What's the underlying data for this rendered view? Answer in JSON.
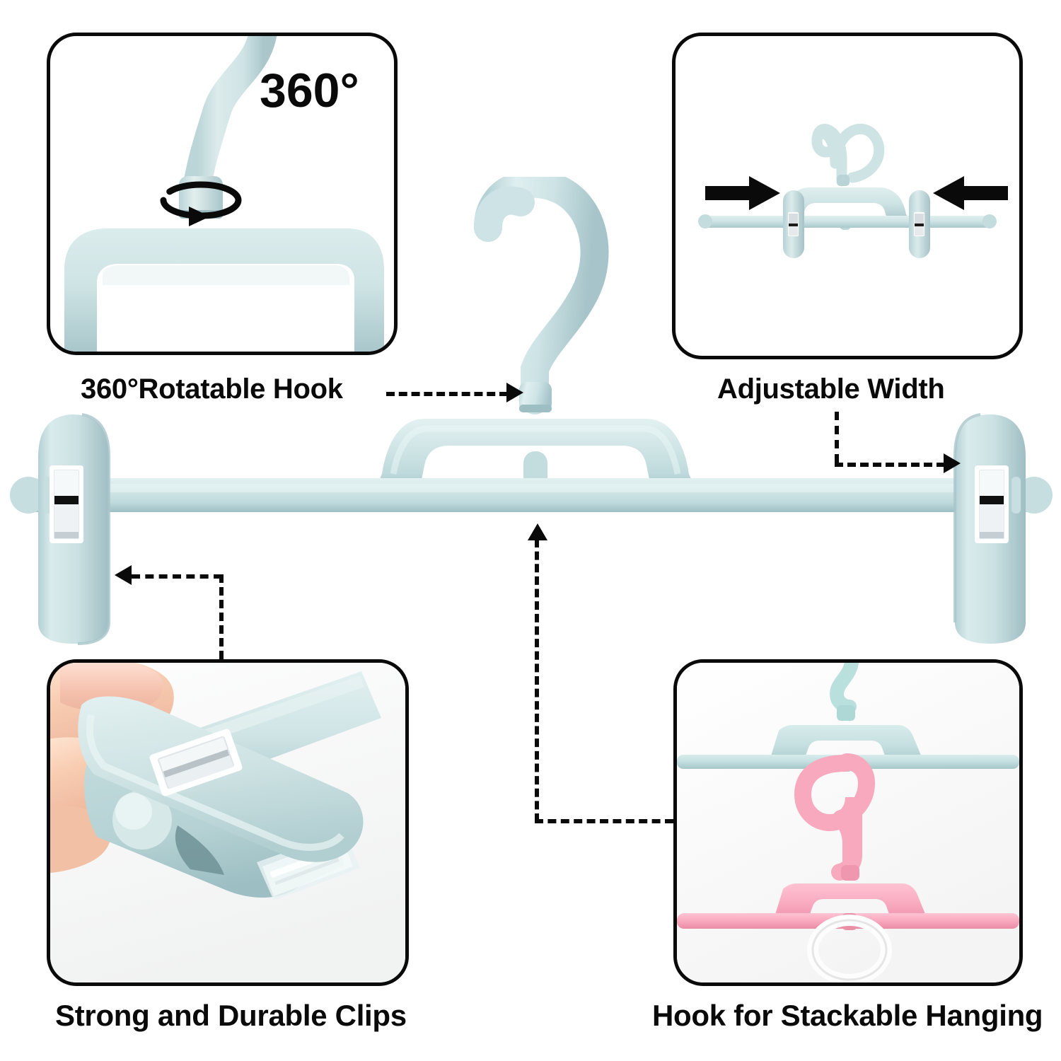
{
  "product": {
    "name": "Adjustable pants hanger with clips",
    "body_color": "#cde3e4",
    "body_color_dark": "#b3d0d3",
    "secondary_color": "#f6a8bd",
    "metal_color": "#d9dde0",
    "outline_color": "#0a0a0a",
    "background": "#ffffff"
  },
  "panels": [
    {
      "id": "rotatable-hook",
      "position": "top-left",
      "badge": "360°",
      "caption": "360°Rotatable Hook",
      "content_description": "close-up of swivel joint where hook meets hanger body with circular rotation arrow"
    },
    {
      "id": "adjustable-width",
      "position": "top-right",
      "caption": "Adjustable Width",
      "content_description": "full hanger seen head-on with two black arrows pointing inward at the sliding clips"
    },
    {
      "id": "durable-clips",
      "position": "bottom-left",
      "caption": "Strong and Durable Clips",
      "content_description": "fingers pinching open a mint clip showing the metal grip plate and clear jaw"
    },
    {
      "id": "stackable-hanging",
      "position": "bottom-right",
      "caption": "Hook for Stackable Hanging",
      "content_description": "mint hanger with a pink hanger hooked onto its lower tab, stacked vertically"
    }
  ],
  "callouts": [
    {
      "id": "callout-rotatable-hook",
      "label": "360°Rotatable Hook",
      "arrow": "right",
      "target": "hook-swivel-collar"
    },
    {
      "id": "callout-adjustable-width",
      "label": "Adjustable Width",
      "arrow": "right",
      "target": "right-sliding-clip"
    },
    {
      "id": "callout-durable-clips",
      "label": "Strong and Durable Clips",
      "arrow": "left",
      "target": "left-sliding-clip"
    },
    {
      "id": "callout-stackable-hanging",
      "label": "Hook for Stackable Hanging",
      "arrow": "up",
      "target": "stacking-tab"
    }
  ],
  "badges": {
    "rotation_degrees": "360°"
  }
}
